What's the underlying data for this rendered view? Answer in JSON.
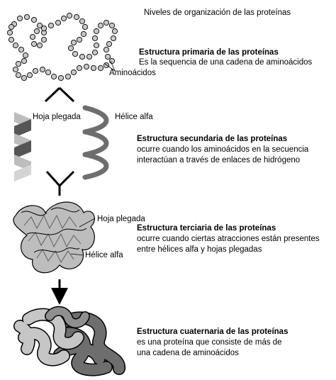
{
  "title": "Niveles de organización de las proteínas",
  "primary": {
    "heading": "Estructura primaria de las proteínas",
    "description": "Es la sequencia de una cadena de aminoácidos",
    "label_amino": "Aminoácidos"
  },
  "secondary": {
    "heading": "Estructura secundaria de las proteínas",
    "line1": "ocurre cuando los aminoácidos en la secuencia",
    "line2": "interactúan a través de enlaces de hidrógeno",
    "label_sheet": "Hoja plegada",
    "label_helix": "Hélice alfa"
  },
  "tertiary": {
    "heading": "Estructura terciaria de las proteínas",
    "line1": "ocurre cuando ciertas atracciones están presentes",
    "line2": "entre hélices alfa y hojas plegadas",
    "label_sheet": "Hoja plegada",
    "label_helix": "Hélice alfa"
  },
  "quaternary": {
    "heading": "Estructura cuaternaria de las proteínas",
    "line1": "es una proteína que consiste de más de",
    "line2": "una cadena de aminoácidos"
  },
  "colors": {
    "bead": "#c8c8c8",
    "dark": "#6e6e6e",
    "light": "#bdbdbd",
    "mid": "#8f8f8f"
  }
}
